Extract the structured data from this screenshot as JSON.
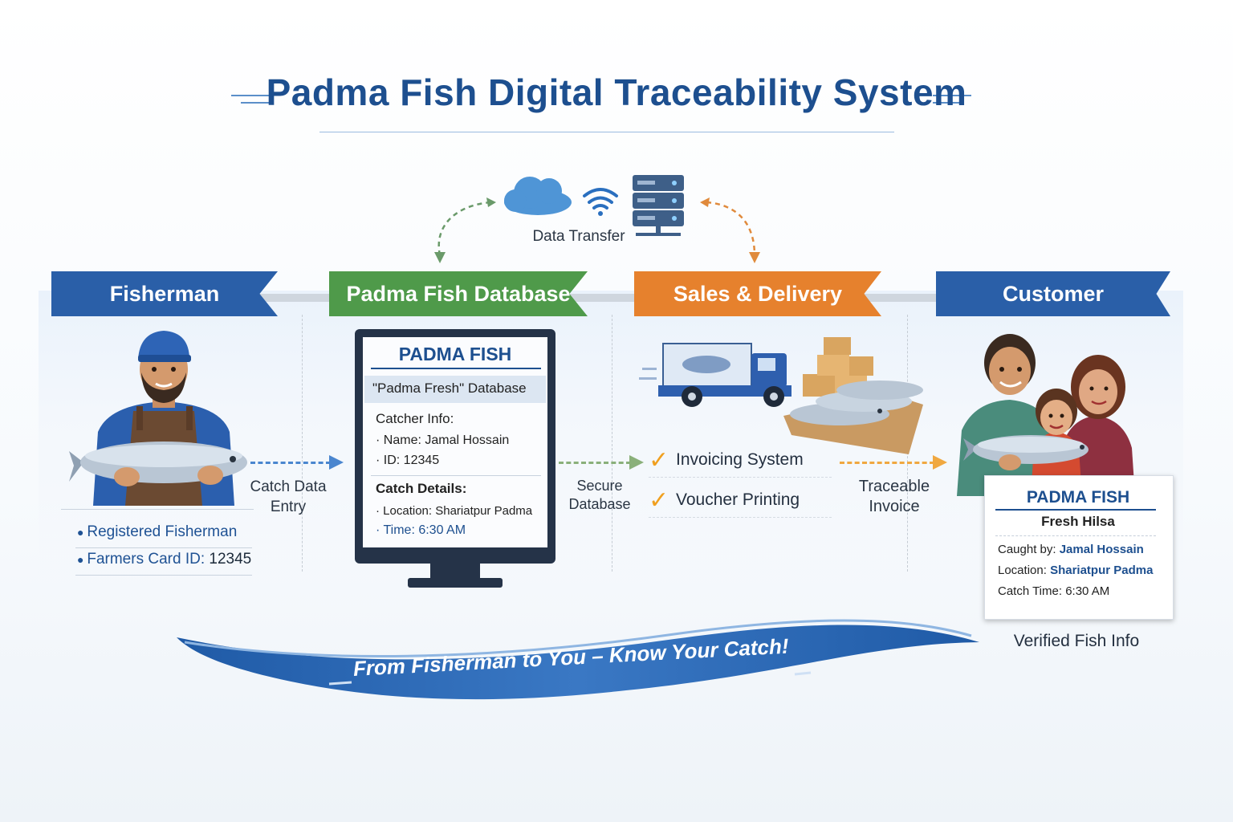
{
  "title": "Padma Fish Digital Traceability System",
  "cloud": {
    "label": "Data Transfer"
  },
  "stages": {
    "fisherman": {
      "header": "Fisherman",
      "items": [
        {
          "key": "Registered Fisherman",
          "value": ""
        },
        {
          "key": "Farmers Card ID:",
          "value": "12345"
        }
      ]
    },
    "database": {
      "header": "Padma Fish Database",
      "screen": {
        "brand": "PADMA FISH",
        "db_name": "\"Padma Fresh\" Database",
        "catcher_heading": "Catcher Info:",
        "catcher_items": [
          "Name: Jamal Hossain",
          "ID: 12345"
        ],
        "catch_heading": "Catch Details:",
        "catch_items": [
          "Location: Shariatpur Padma",
          "Time: 6:30 AM"
        ]
      }
    },
    "sales": {
      "header": "Sales & Delivery",
      "items": [
        "Invoicing System",
        "Voucher Printing"
      ]
    },
    "customer": {
      "header": "Customer",
      "card": {
        "brand": "PADMA FISH",
        "product": "Fresh Hilsa",
        "rows": [
          {
            "label": "Caught by:",
            "value": "Jamal Hossain"
          },
          {
            "label": "Location:",
            "value": "Shariatpur Padma"
          },
          {
            "label": "Catch Time:",
            "value": "6:30 AM"
          }
        ]
      },
      "caption": "Verified Fish Info"
    }
  },
  "flow_labels": {
    "catch_entry": [
      "Catch Data",
      "Entry"
    ],
    "secure_db": [
      "Secure",
      "Database"
    ],
    "traceable_invoice": [
      "Traceable",
      "Invoice"
    ]
  },
  "slogan": "From Fisherman to You – Know Your Catch!",
  "colors": {
    "blue": "#2a5fa8",
    "green": "#4f9a4a",
    "orange": "#e6812d",
    "title": "#1d4f8f"
  },
  "icons": [
    "cloud-icon",
    "wifi-icon",
    "server-icon",
    "truck-icon",
    "boxes-icon",
    "fish-icon",
    "check-icon"
  ]
}
